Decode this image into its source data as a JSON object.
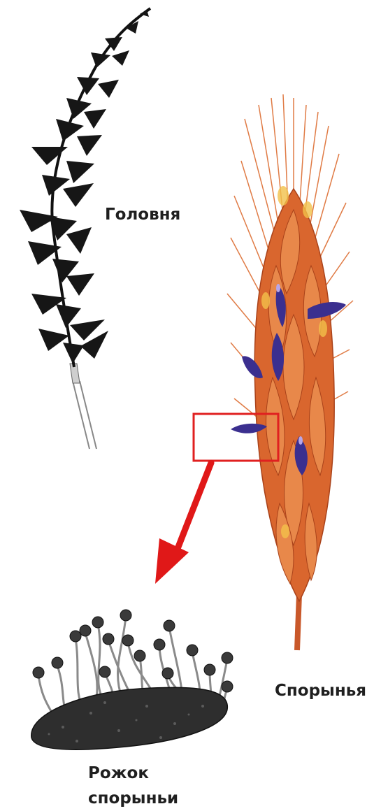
{
  "labels": {
    "smut": "Головня",
    "ergot": "Спорынья",
    "sclerotium_line1": "Рожок",
    "sclerotium_line2": "спорыньи"
  },
  "colors": {
    "smut_plant": "#1a1a1a",
    "wheat_spike": "#d9662e",
    "wheat_awns": "#e07b45",
    "ergot_sclerotia": "#3b2f8f",
    "highlight_box": "#e02020",
    "arrow": "#e01818",
    "sclerotium_body": "#2e2e2e",
    "stroma_heads": "#3a3a3a"
  },
  "icons": [
    "smut-ear-illustration",
    "ergot-wheat-spike-illustration",
    "sclerotium-with-stromata-illustration",
    "highlight-box",
    "zoom-arrow"
  ]
}
